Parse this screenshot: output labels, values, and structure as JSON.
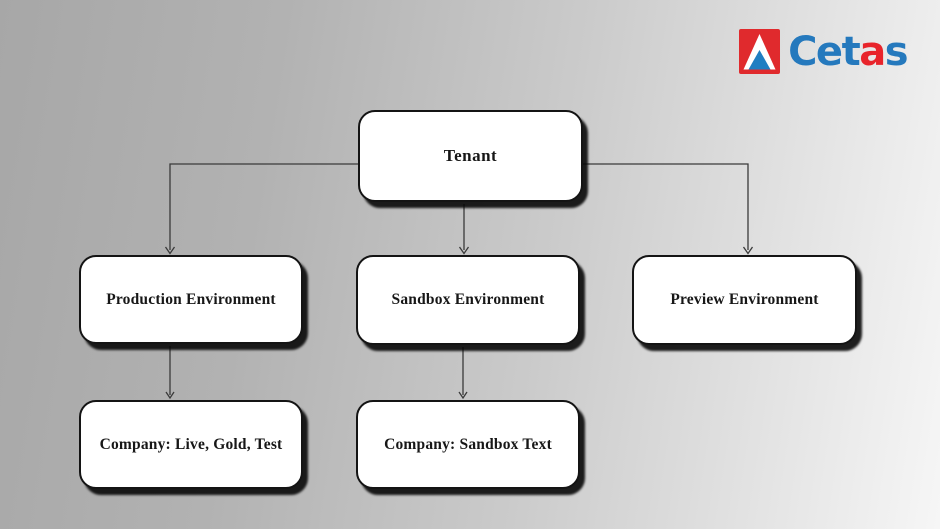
{
  "logo": {
    "brand": "Cetas",
    "segments": {
      "part1": "Cet",
      "part2": "a",
      "part3": "s"
    },
    "colors": {
      "blue": "#2579bd",
      "red": "#e8242b",
      "icon_red": "#e02a2d",
      "icon_blue": "#1f7ec2"
    }
  },
  "diagram": {
    "nodes": {
      "tenant": {
        "label": "Tenant"
      },
      "production": {
        "label": "Production Environment"
      },
      "sandbox": {
        "label": "Sandbox Environment"
      },
      "preview": {
        "label": "Preview Environment"
      },
      "company_production": {
        "label": "Company: Live, Gold, Test"
      },
      "company_sandbox": {
        "label": "Company: Sandbox Text"
      }
    },
    "edges": [
      {
        "from": "tenant",
        "to": "production"
      },
      {
        "from": "tenant",
        "to": "sandbox"
      },
      {
        "from": "tenant",
        "to": "preview"
      },
      {
        "from": "production",
        "to": "company_production"
      },
      {
        "from": "sandbox",
        "to": "company_sandbox"
      }
    ],
    "line_color": "#3a3a3a",
    "box_border_color": "#141414",
    "box_fill": "#ffffff"
  }
}
